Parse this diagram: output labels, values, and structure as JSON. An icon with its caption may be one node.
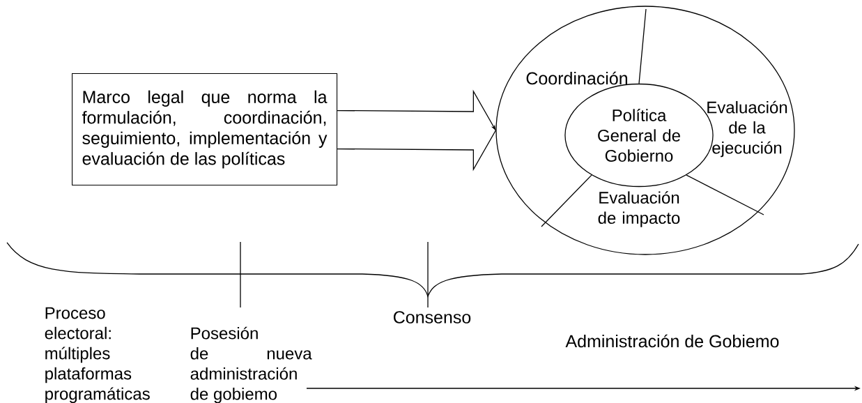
{
  "diagram": {
    "nodes": [
      {
        "text": [
          "Marco legal que norma la formulación, coordinación, seguimiento, implementación y evaluación de las políticas"
        ]
      },
      {
        "text": [],
        "shape": "circle"
      },
      {
        "text": [
          "Política General de Gobierno"
        ],
        "in": 1
      }
    ],
    "edges": [
      {
        "from": 0,
        "to": 1,
        "arrow": "to"
      }
    ],
    "labels": [
      "Coordinación",
      "Evaluación de la ejecución",
      "Evaluación de impacto",
      "Proceso electoral: múltiples plataformas programáticas",
      "Posesión de nueva administración de gobiemo",
      "Consenso",
      "Administración de Gobiemo"
    ]
  }
}
